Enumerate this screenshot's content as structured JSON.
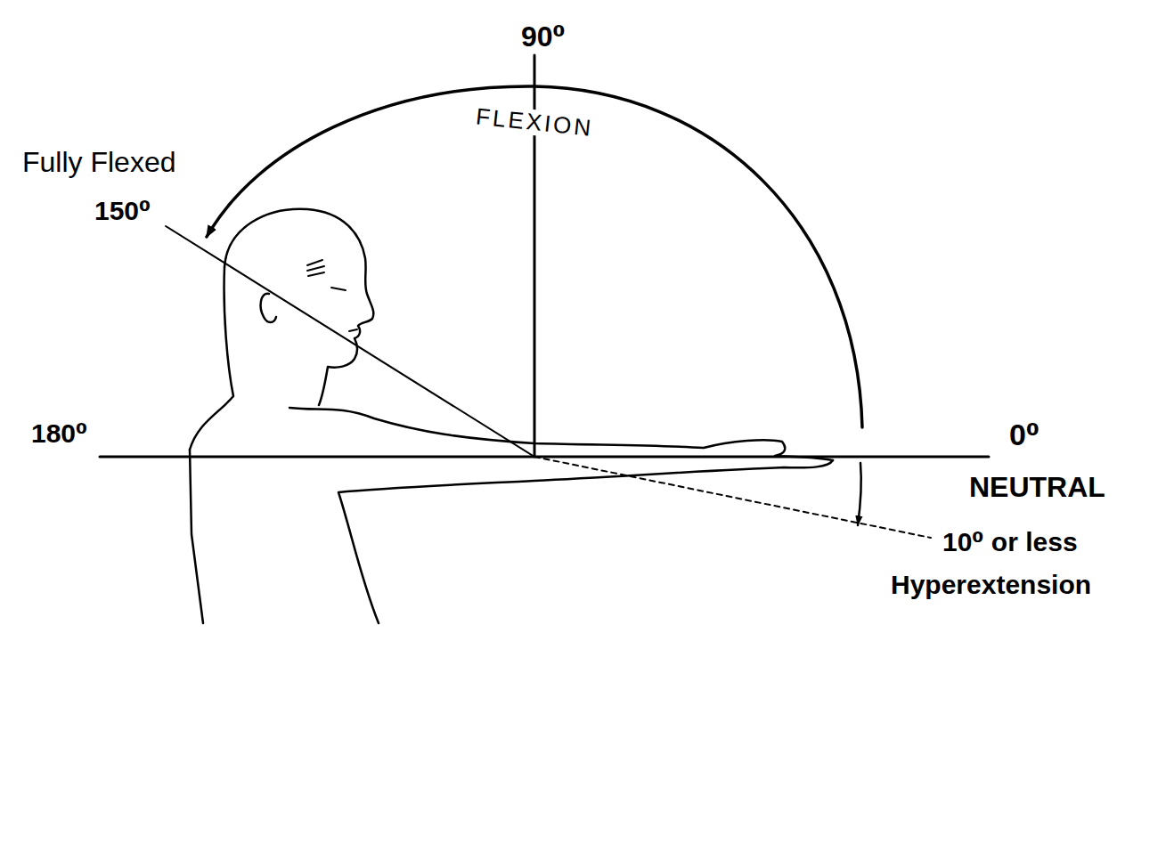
{
  "diagram": {
    "labels": [
      "90⁰",
      "FLEXION",
      "Fully Flexed",
      "150⁰",
      "180⁰",
      "0⁰",
      "NEUTRAL",
      "10⁰ or less",
      "Hyperextension"
    ]
  }
}
